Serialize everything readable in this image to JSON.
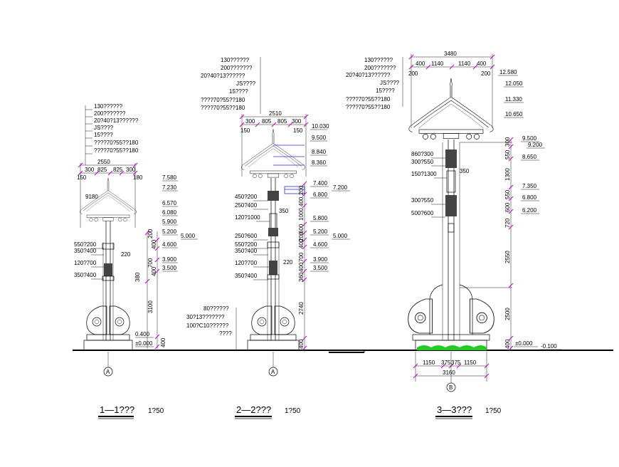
{
  "colors": {
    "ink": "#000000",
    "dimension_tick": "#c000c0",
    "leader_blue": "#2a2ad8",
    "grass": "#22cc22",
    "ground": "#000000"
  },
  "sections": [
    {
      "id": "1-1",
      "title": "1—1???",
      "scale": "1?50",
      "axis": "A",
      "notes": [
        "130??????",
        "200???????",
        "20?40?13??????",
        "JS????",
        "15????",
        "????70?55??180",
        "????70?55??180"
      ],
      "top_dims": [
        "2550",
        "300",
        "825",
        "825",
        "300",
        "150",
        "180"
      ],
      "member_labels": [
        "9180",
        "550?200",
        "350?400",
        "220",
        "120?700",
        "350?400"
      ],
      "elevations": [
        "7.580",
        "7.230",
        "6.570",
        "6.080",
        "5.900",
        "5.200",
        "5.000",
        "4.600",
        "3.900",
        "3.500",
        "0.400",
        "±0.000"
      ],
      "vertical_dims": [
        "200",
        "400",
        "700",
        "400",
        "380",
        "3100",
        "400"
      ]
    },
    {
      "id": "2-2",
      "title": "2—2???",
      "scale": "1?50",
      "axis": "A",
      "notes": [
        "130??????",
        "200???????",
        "20?40?13??????",
        "JS????",
        "15????",
        "????70?55??180",
        "????70?55??180"
      ],
      "base_notes": [
        "80??????",
        "30?13???????",
        "100?C10??????",
        "????"
      ],
      "top_dims": [
        "2510",
        "300",
        "805",
        "805",
        "300",
        "150",
        "150"
      ],
      "member_labels": [
        "450?200",
        "250?400",
        "350",
        "120?1000",
        "250?600",
        "550?200",
        "350?400",
        "220",
        "120?700",
        "350?400"
      ],
      "elevations": [
        "10.030",
        "9.500",
        "8.840",
        "8.360",
        "7.400",
        "7.200",
        "6.800",
        "5.800",
        "5.200",
        "5.000",
        "4.600",
        "3.900",
        "3.500"
      ],
      "vertical_dims": [
        "200",
        "400",
        "1000",
        "600",
        "200",
        "400",
        "700",
        "400",
        "360",
        "2740",
        "400"
      ]
    },
    {
      "id": "3-3",
      "title": "3—3???",
      "scale": "1?50",
      "axis": "B",
      "notes": [
        "130??????",
        "200???????",
        "20?40?13??????",
        "JS????",
        "15????",
        "????70?55??180",
        "????70?55??180"
      ],
      "top_dims": [
        "3480",
        "400",
        "1140",
        "1140",
        "400",
        "200",
        "200"
      ],
      "member_labels": [
        "860?300",
        "300?550",
        "150?1300",
        "350",
        "300?550",
        "500?600"
      ],
      "elevations": [
        "12.580",
        "12.050",
        "11.330",
        "10.650",
        "9.500",
        "9.200",
        "8.650",
        "7.350",
        "6.800",
        "6.200",
        "±0.000",
        "-0.100"
      ],
      "vertical_dims": [
        "300",
        "550",
        "1300",
        "550",
        "600",
        "720",
        "2550",
        "2500",
        "400"
      ],
      "bottom_dims": [
        "1150",
        "375",
        "375",
        "1150",
        "3160"
      ]
    }
  ]
}
